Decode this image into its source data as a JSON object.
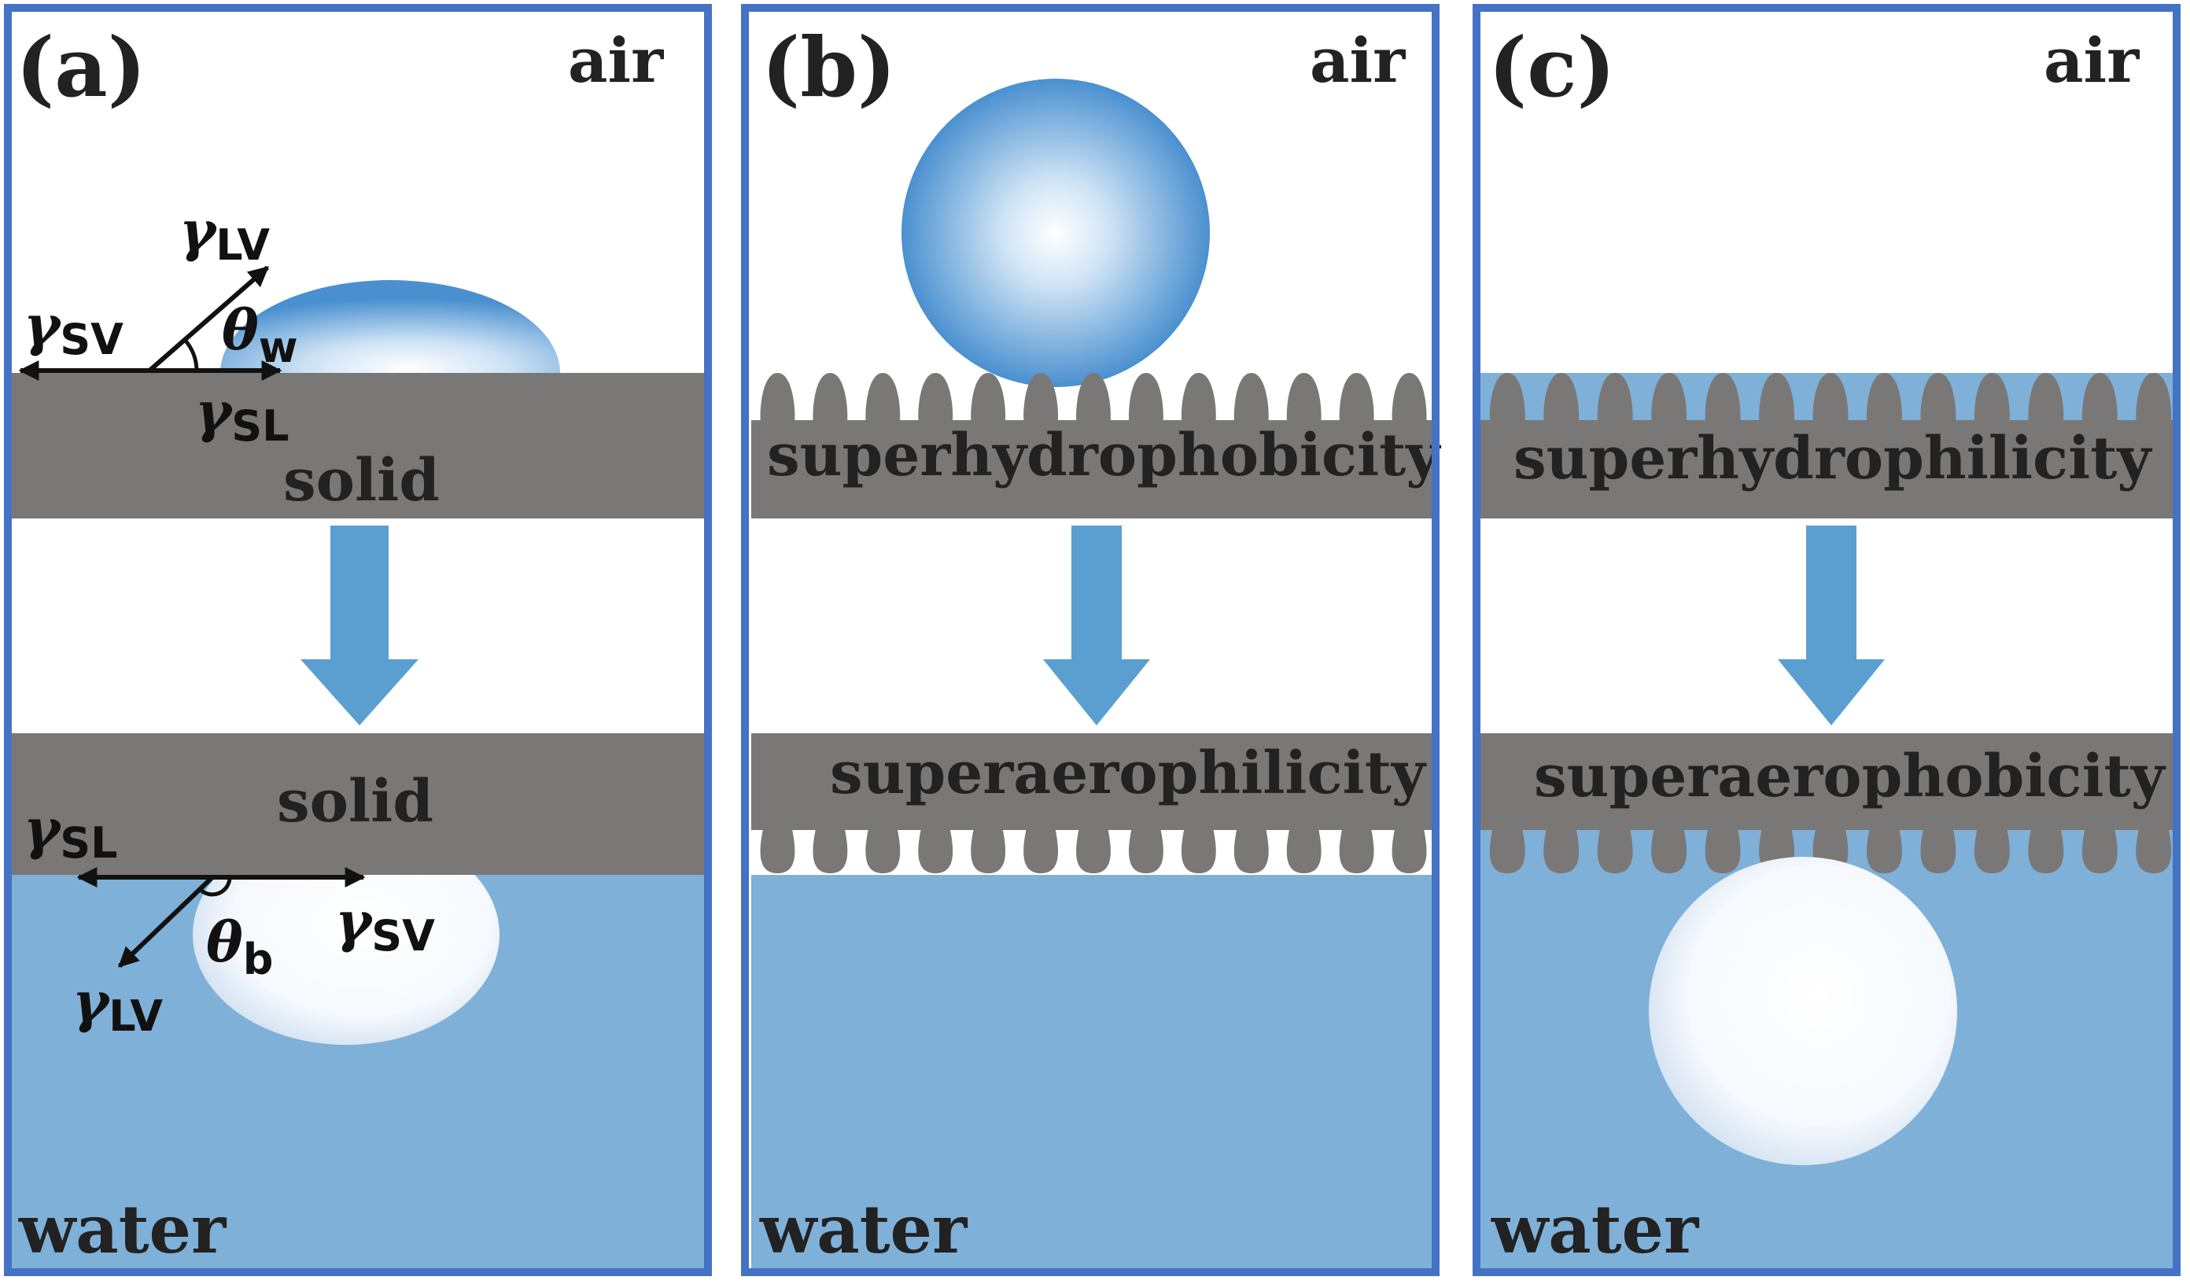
{
  "colors": {
    "frame": "#4472c4",
    "solid": "#7a7876",
    "water": "#7fb0d8",
    "arrow": "#5a9fd0",
    "water_drop_edge": "#4a90d0",
    "air_bubble_edge": "#cfdff0",
    "text": "#222222"
  },
  "panel_a": {
    "label": "(a)",
    "air": "air",
    "water": "water",
    "solid_top": "solid",
    "solid_bottom": "solid",
    "gamma": "γ",
    "theta": "θ",
    "sub_LV": "LV",
    "sub_SV": "SV",
    "sub_SL": "SL",
    "sub_w": "w",
    "sub_b": "b"
  },
  "panel_b": {
    "label": "(b)",
    "air": "air",
    "water": "water",
    "top_surface": "superhydrophobicity",
    "bottom_surface": "superaerophilicity"
  },
  "panel_c": {
    "label": "(c)",
    "air": "air",
    "water": "water",
    "top_surface": "superhydrophilicity",
    "bottom_surface": "superaerophobicity"
  }
}
